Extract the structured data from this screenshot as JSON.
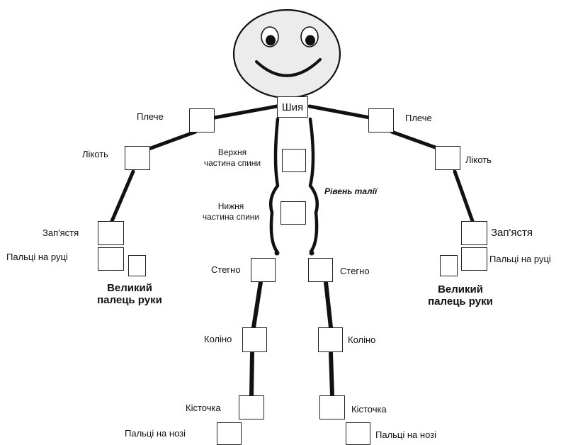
{
  "labels": {
    "neck": "Шия",
    "shoulder_left": "Плече",
    "shoulder_right": "Плече",
    "elbow_left": "Лікоть",
    "elbow_right": "Лікоть",
    "upper_back": [
      "Верхня",
      "частина спини"
    ],
    "waist_level": "Рівень талії",
    "lower_back": [
      "Нижня",
      "частина спини"
    ],
    "wrist_left": "Зап'ястя",
    "wrist_right": "Зап'ястя",
    "fingers_left": "Пальці на руці",
    "fingers_right": "Пальці на руці",
    "thumb_left": [
      "Великий",
      "палець руки"
    ],
    "thumb_right": [
      "Великий",
      "палець руки"
    ],
    "hip_left": "Стегно",
    "hip_right": "Стегно",
    "knee_left": "Коліно",
    "knee_right": "Коліно",
    "ankle_left": "Кісточка",
    "ankle_right": "Кісточка",
    "toes_left": "Пальці на нозі",
    "toes_right": "Пальці на нозі"
  }
}
